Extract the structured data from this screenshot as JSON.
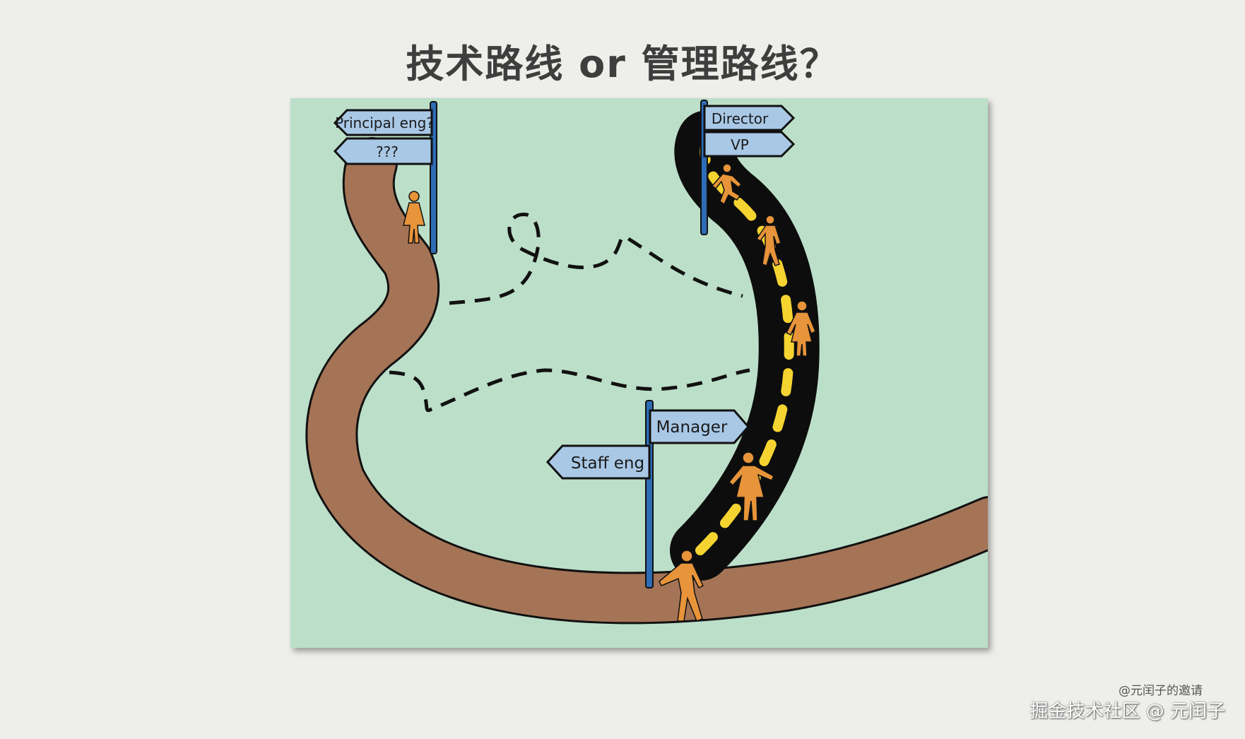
{
  "title": "技术路线 or 管理路线？",
  "signs": {
    "tech_top": "Principal eng?",
    "tech_bottom": "???",
    "mgmt_top": "Director",
    "mgmt_bottom": "VP",
    "fork_right": "Manager",
    "fork_left": "Staff eng"
  },
  "footer": {
    "invite": "@元闰子的邀请",
    "watermark": "掘金技术社区 @ 元闰子"
  },
  "colors": {
    "slide_background": "#eeeeea",
    "illustration_background": "#bcdfc9",
    "dirt_road": "#a57456",
    "paved_road": "#0d0d0d",
    "lane_dashes": "#f5d431",
    "sign_fill": "#a9c8e6",
    "sign_pole": "#2e6cb5",
    "people": "#e8943a"
  },
  "icons": [
    "person-icon",
    "person-walking-icon",
    "person-running-icon"
  ]
}
